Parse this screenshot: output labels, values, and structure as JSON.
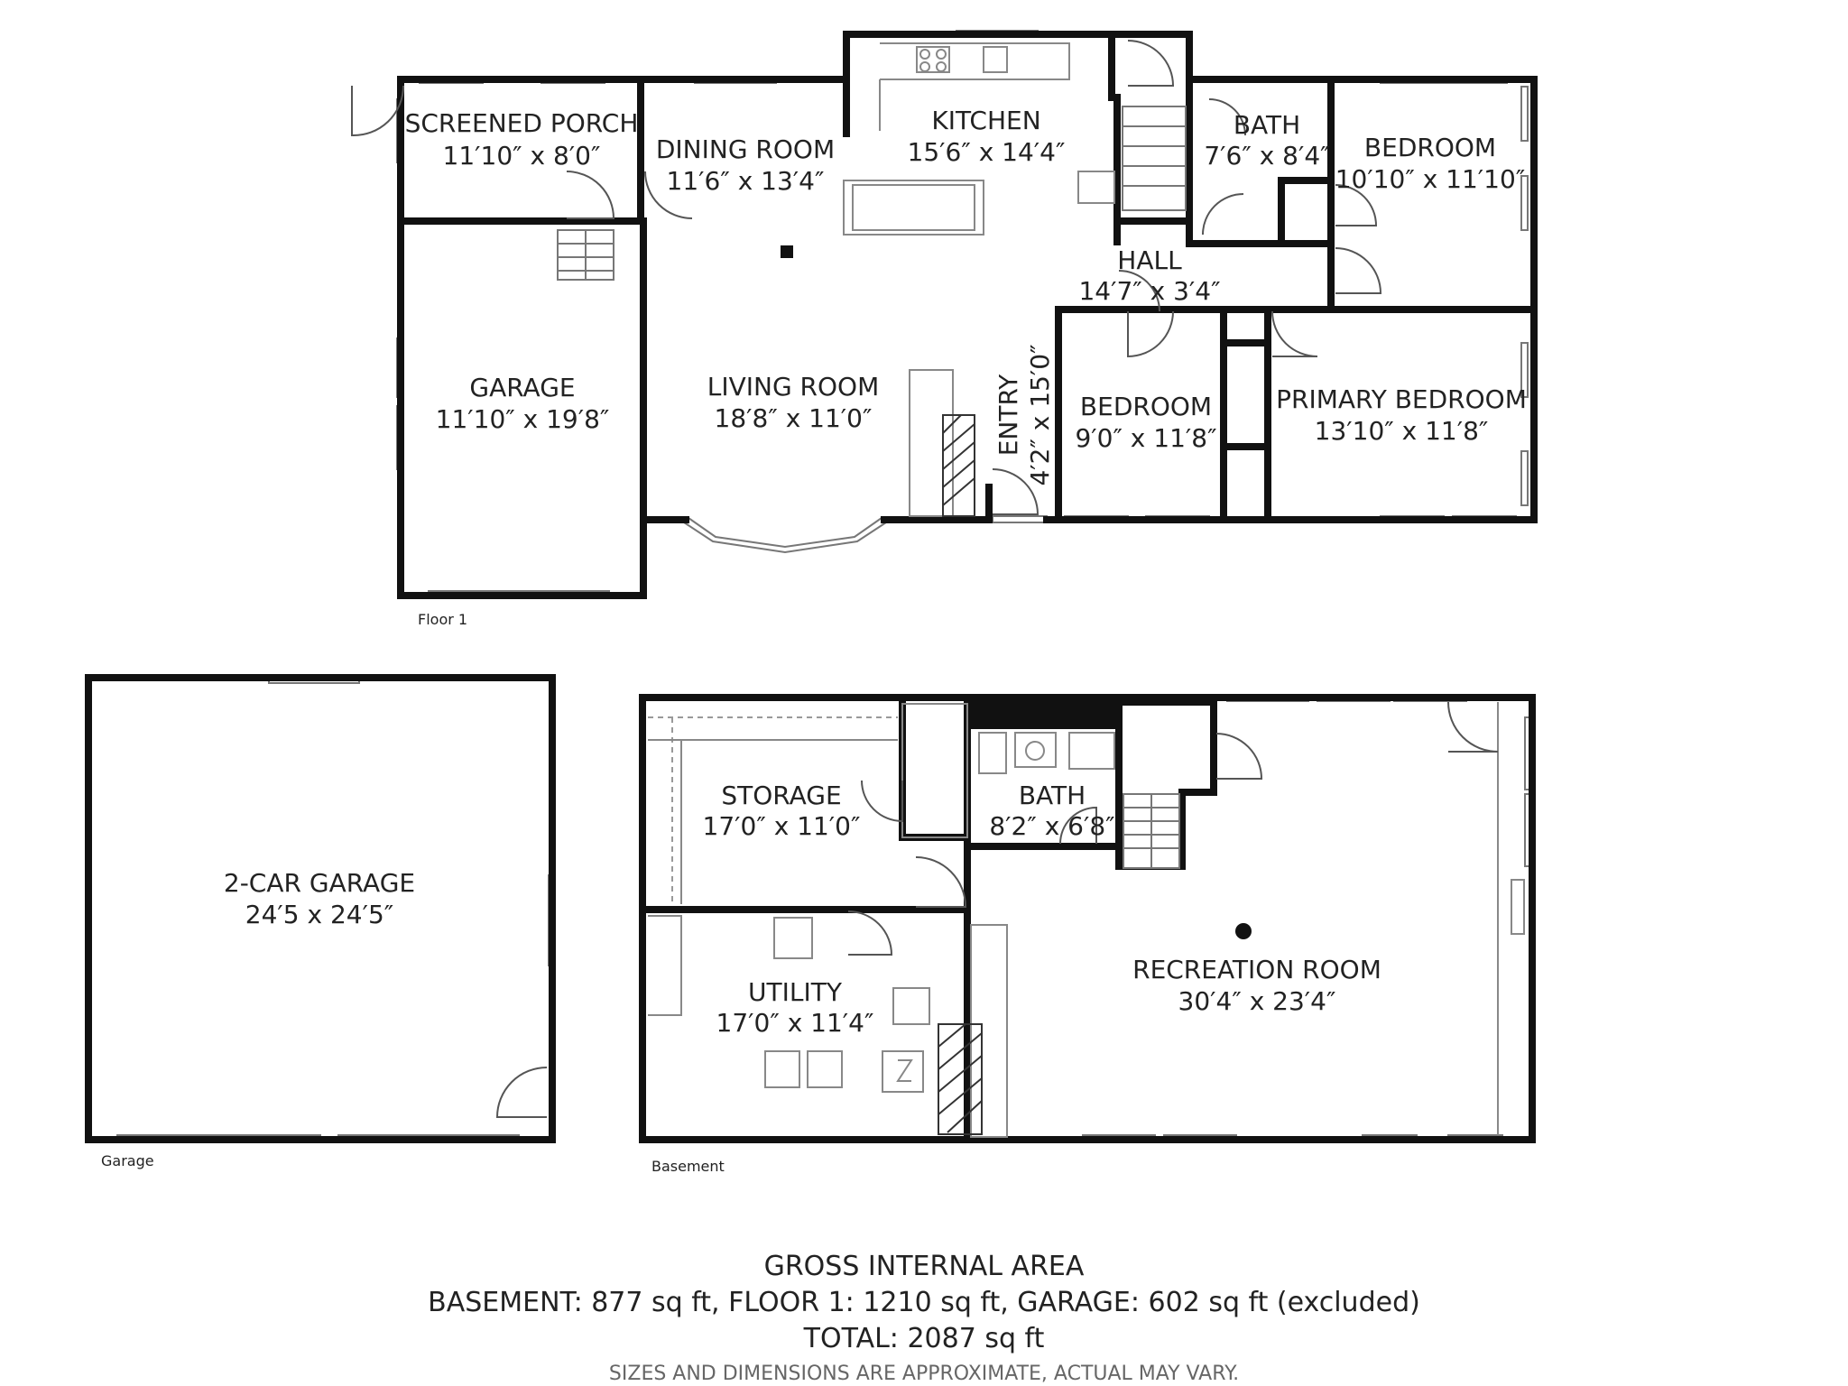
{
  "rooms": {
    "screened_porch": {
      "name": "SCREENED PORCH",
      "dim": "11′10″ x 8′0″"
    },
    "dining_room": {
      "name": "DINING ROOM",
      "dim": "11′6″ x 13′4″"
    },
    "kitchen": {
      "name": "KITCHEN",
      "dim": "15′6″ x 14′4″"
    },
    "bath_upper": {
      "name": "BATH",
      "dim": "7′6″ x 8′4″"
    },
    "bedroom_ne": {
      "name": "BEDROOM",
      "dim": "10′10″ x 11′10″"
    },
    "hall": {
      "name": "HALL",
      "dim": "14′7″ x 3′4″"
    },
    "garage": {
      "name": "GARAGE",
      "dim": "11′10″ x 19′8″"
    },
    "living_room": {
      "name": "LIVING ROOM",
      "dim": "18′8″ x 11′0″"
    },
    "entry": {
      "name": "ENTRY",
      "dim": "4′2″ x 15′0″"
    },
    "bedroom_mid": {
      "name": "BEDROOM",
      "dim": "9′0″ x 11′8″"
    },
    "primary_bedroom": {
      "name": "PRIMARY BEDROOM",
      "dim": "13′10″ x 11′8″"
    },
    "two_car_garage": {
      "name": "2-CAR GARAGE",
      "dim": "24′5 x 24′5″"
    },
    "storage": {
      "name": "STORAGE",
      "dim": "17′0″ x 11′0″"
    },
    "bath_basement": {
      "name": "BATH",
      "dim": "8′2″ x 6′8″"
    },
    "utility": {
      "name": "UTILITY",
      "dim": "17′0″ x 11′4″"
    },
    "recreation_room": {
      "name": "RECREATION ROOM",
      "dim": "30′4″ x 23′4″"
    }
  },
  "floor_labels": {
    "floor1": "Floor 1",
    "garage": "Garage",
    "basement": "Basement"
  },
  "summary": {
    "title": "GROSS INTERNAL AREA",
    "line": "BASEMENT: 877 sq ft, FLOOR 1: 1210 sq ft, GARAGE: 602 sq ft (excluded)",
    "total": "TOTAL: 2087 sq ft",
    "note": "SIZES AND DIMENSIONS ARE APPROXIMATE, ACTUAL MAY VARY."
  }
}
